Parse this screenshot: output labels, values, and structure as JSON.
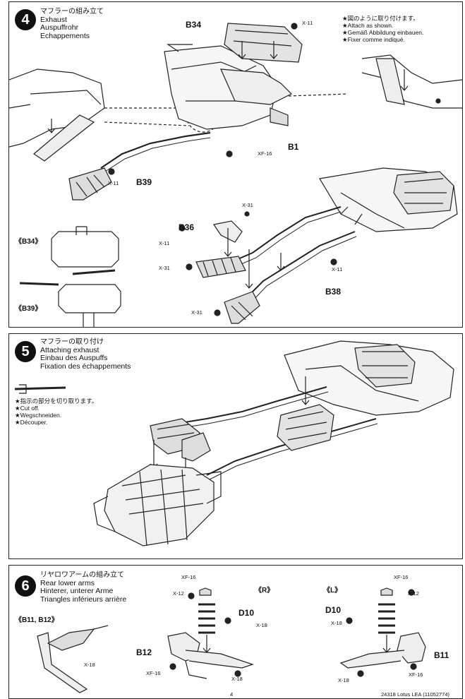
{
  "step4": {
    "number": "4",
    "title_jp": "マフラーの組み立て",
    "title_en": "Exhaust",
    "title_de": "Auspuffrohr",
    "title_fr": "Echappements",
    "notes": [
      "★図のように取り付けます。",
      "★Attach as shown.",
      "★Gemäß Abbildung einbauen.",
      "★Fixer comme indiqué."
    ],
    "labels": {
      "b34": "B34",
      "x11_a": "X-11",
      "b1": "B1",
      "xf16_a": "XF-16",
      "b39": "B39",
      "x11_b": "X-11",
      "x31_a": "X-31",
      "b36": "B36",
      "x11_c": "X-11",
      "x31_b": "X-31",
      "x11_d": "X-11",
      "b38": "B38",
      "x31_c": "X-31",
      "part_b34": "《B34》",
      "part_b39": "《B39》"
    }
  },
  "step5": {
    "number": "5",
    "title_jp": "マフラーの取り付け",
    "title_en": "Attaching exhaust",
    "title_de": "Einbau des Auspuffs",
    "title_fr": "Fixation des échappements",
    "notes": [
      "★指示の部分を切り取ります。",
      "★Cut off.",
      "★Wegschneiden.",
      "★Découper."
    ]
  },
  "step6": {
    "number": "6",
    "title_jp": "リヤロワアームの組み立て",
    "title_en": "Rear lower arms",
    "title_de": "Hinterer, unterer Arme",
    "title_fr": "Triangles inférieurs arrière",
    "parts_ref": "《B11, B12》",
    "right_label": "《R》",
    "left_label": "《L》",
    "labels": {
      "x18_a": "X-18",
      "xf16_r": "XF-16",
      "x12_r": "X-12",
      "d10_r": "D10",
      "x18_r": "X-18",
      "b12": "B12",
      "xf16_r2": "XF-16",
      "x18_r2": "X-18",
      "xf16_l": "XF-16",
      "x12_l": "X-12",
      "d10_l": "D10",
      "x18_l": "X-18",
      "b11": "B11",
      "x18_l2": "X-18",
      "xf16_l2": "XF-16"
    }
  },
  "footer": {
    "page": "4",
    "code": "24318 Lotus LEA (11052774)"
  }
}
